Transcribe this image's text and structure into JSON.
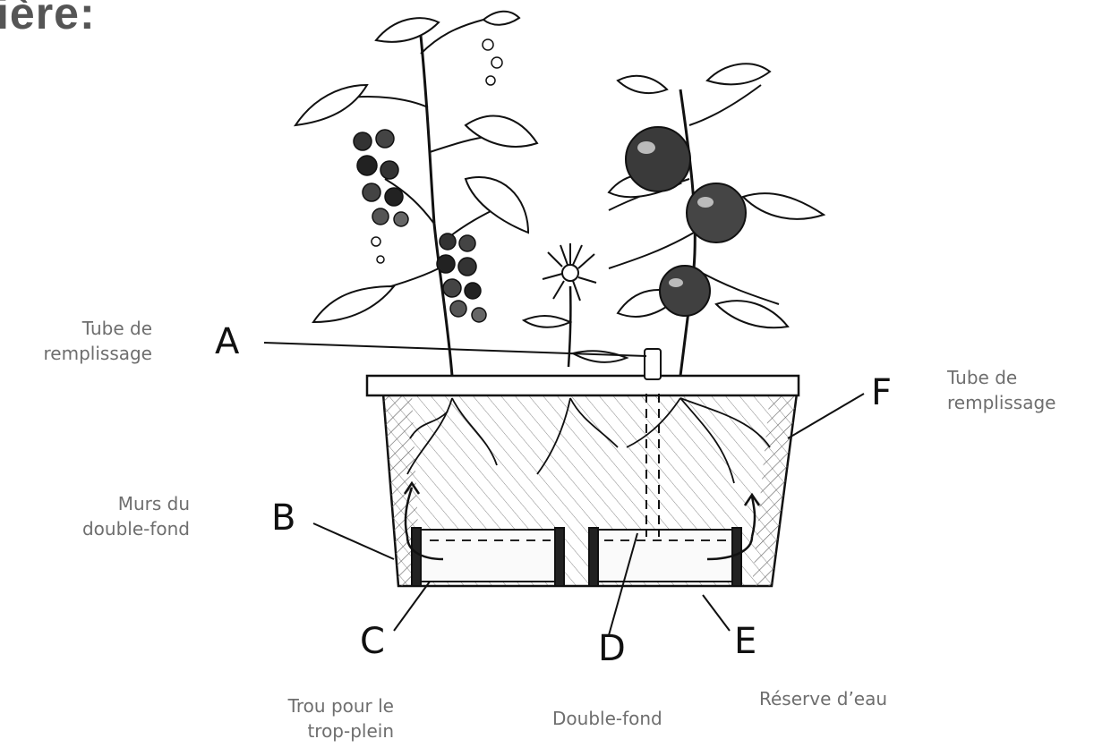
{
  "heading": "ière:",
  "letters": {
    "a": "A",
    "b": "B",
    "c": "C",
    "d": "D",
    "e": "E",
    "f": "F"
  },
  "labels": {
    "a_line1": "Tube de",
    "a_line2": "remplissage",
    "b_line1": "Murs du",
    "b_line2": "double-fond",
    "c_line1": "Trou pour le",
    "c_line2": "trop-plein",
    "d": "Double-fond",
    "e": "Réserve d’eau",
    "f_line1": "Tube de",
    "f_line2": "remplissage"
  }
}
